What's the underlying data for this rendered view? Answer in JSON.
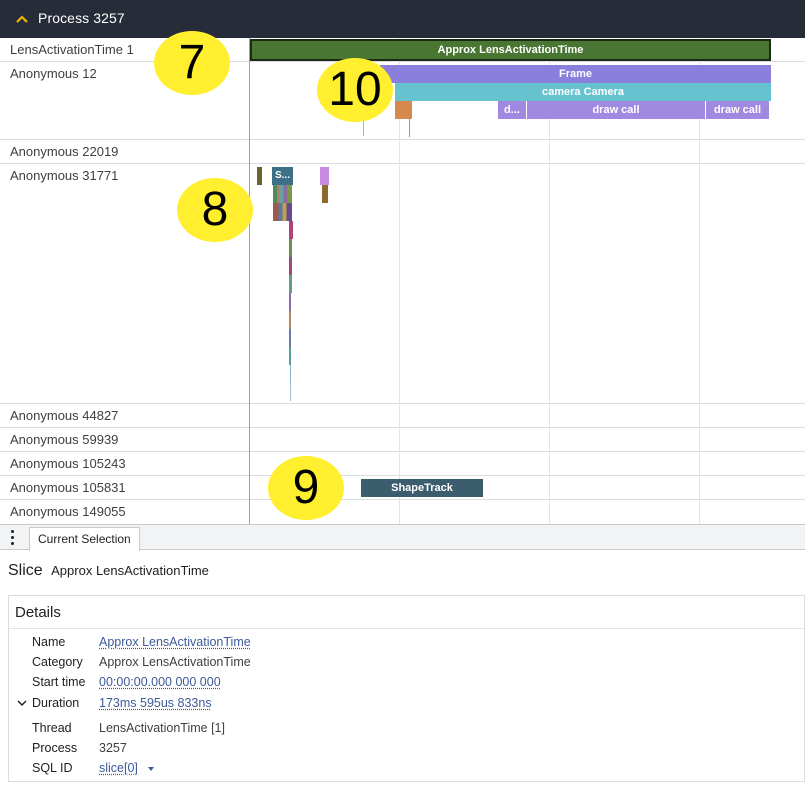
{
  "header": {
    "title": "Process 3257"
  },
  "tracks": [
    {
      "name": "LensActivationTime 1"
    },
    {
      "name": "Anonymous 12"
    },
    {
      "name": "Anonymous 22019"
    },
    {
      "name": "Anonymous 31771"
    },
    {
      "name": "Anonymous 44827"
    },
    {
      "name": "Anonymous 59939"
    },
    {
      "name": "Anonymous 105243"
    },
    {
      "name": "Anonymous 105831"
    },
    {
      "name": "Anonymous 149055"
    }
  ],
  "slices": {
    "approx": "Approx LensActivationTime",
    "frame": "Frame",
    "camera": "camera Camera",
    "d_short": "d...",
    "draw_call_1": "draw call",
    "draw_call_2": "draw call",
    "s_short": "S...",
    "shape_track": "ShapeTrack"
  },
  "badges": {
    "b7": "7",
    "b8": "8",
    "b9": "9",
    "b10": "10"
  },
  "bottom_panel": {
    "tab_label": "Current Selection",
    "heading_type": "Slice",
    "heading_name": "Approx LensActivationTime",
    "details_title": "Details",
    "rows": [
      {
        "key": "Name",
        "value": "Approx LensActivationTime"
      },
      {
        "key": "Category",
        "value": "Approx LensActivationTime"
      },
      {
        "key": "Start time",
        "value": "00:00:00.000 000 000"
      },
      {
        "key": "Duration",
        "value": "173ms 595us 833ns"
      },
      {
        "key": "Thread",
        "value": "LensActivationTime [1]"
      },
      {
        "key": "Process",
        "value": "3257"
      },
      {
        "key": "SQL ID",
        "value": "slice[0]"
      }
    ]
  },
  "colors": {
    "header_bg": "#272d38",
    "approx": "#4a7634",
    "frame": "#8a7fdc",
    "camera": "#67c2cf",
    "draw_call": "#a089e0",
    "shape_track": "#3b5d6e",
    "badge": "#ffef2e"
  }
}
